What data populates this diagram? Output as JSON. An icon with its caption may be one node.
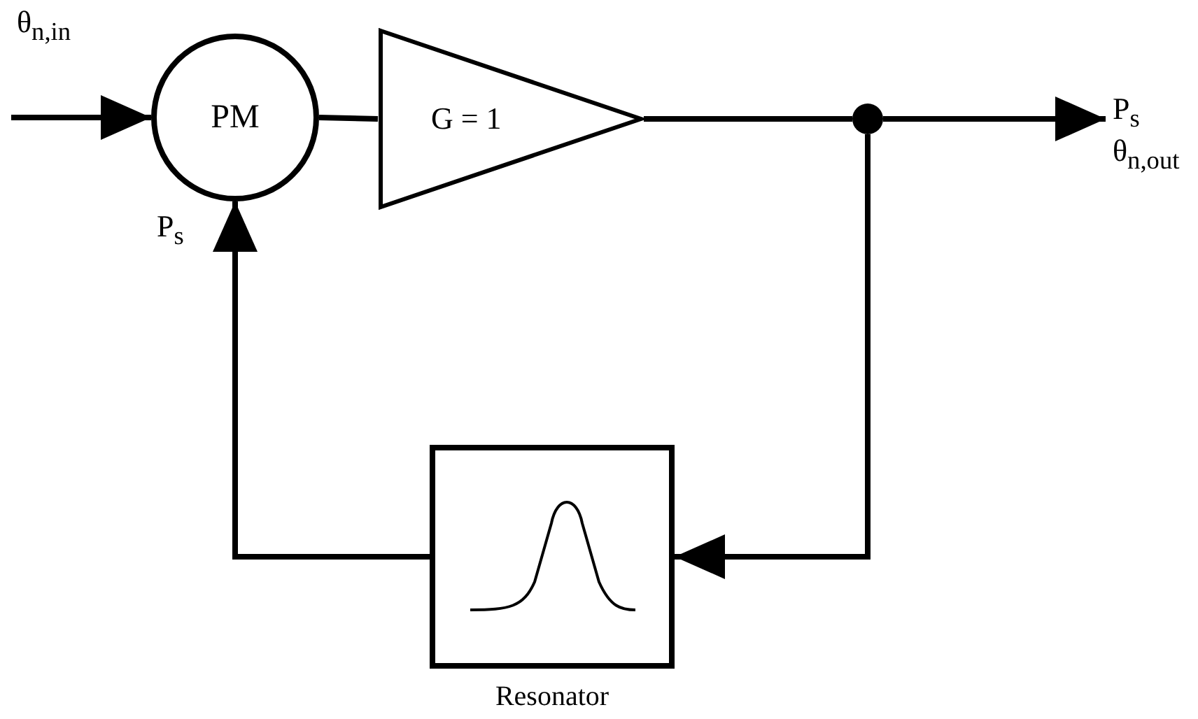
{
  "diagram": {
    "nodes": [
      {
        "text": [
          "PM"
        ]
      },
      {
        "text": [
          "G = 1"
        ]
      },
      {
        "text": [],
        "shape": "circle"
      },
      {
        "text": [
          "Resonator"
        ]
      }
    ],
    "edges": [
      {
        "from": null,
        "to": 0,
        "arrow": "to",
        "label": "θ$_{n,in}$"
      },
      {
        "from": 0,
        "to": 1,
        "arrow": "none"
      },
      {
        "from": 1,
        "to": 2,
        "arrow": "none"
      },
      {
        "from": 2,
        "to": null,
        "arrow": "to",
        "label": "P$_{s}$ θ$_{n,out}$"
      },
      {
        "from": 2,
        "to": 3,
        "arrow": "to"
      },
      {
        "from": 3,
        "to": 0,
        "arrow": "to",
        "label": "P$_{s}$"
      }
    ]
  }
}
